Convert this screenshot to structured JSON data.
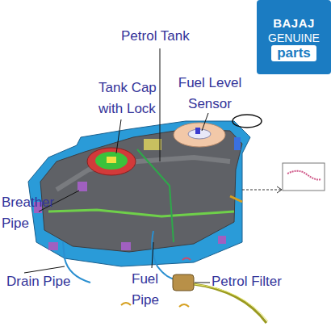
{
  "diagram": {
    "nodes": [
      {
        "text": [
          "BAJAJ",
          "GENUINE",
          "parts"
        ]
      }
    ],
    "labels": [
      "Petrol Tank",
      "Tank Cap with Lock",
      "Fuel Level Sensor",
      "Breather Pipe",
      "Drain Pipe",
      "Fuel Pipe",
      "Petrol Filter"
    ]
  }
}
